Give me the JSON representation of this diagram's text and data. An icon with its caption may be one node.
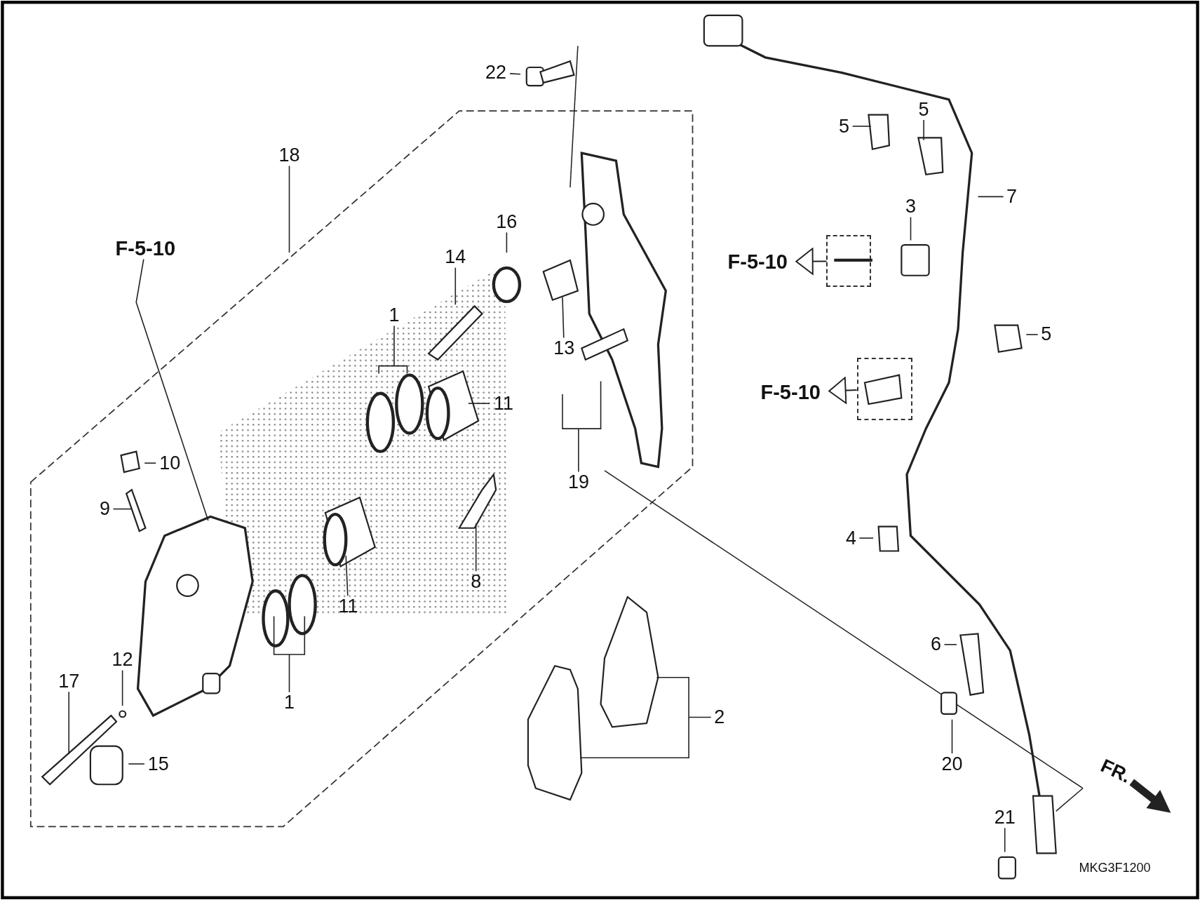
{
  "diagram": {
    "nodes": [
      {
        "text": [
          "22"
        ]
      },
      {
        "text": [
          "18"
        ]
      },
      {
        "text": [
          "F-5-10"
        ]
      },
      {
        "text": [
          "16"
        ]
      },
      {
        "text": [
          "14"
        ]
      },
      {
        "text": [
          "1"
        ]
      },
      {
        "text": [
          "11"
        ]
      },
      {
        "text": [
          "13"
        ]
      },
      {
        "text": [
          "19"
        ]
      },
      {
        "text": [
          "10"
        ]
      },
      {
        "text": [
          "9"
        ]
      },
      {
        "text": [
          "8"
        ]
      },
      {
        "text": [
          "11"
        ]
      },
      {
        "text": [
          "1"
        ]
      },
      {
        "text": [
          "12"
        ]
      },
      {
        "text": [
          "17"
        ]
      },
      {
        "text": [
          "15"
        ]
      },
      {
        "text": [
          "2"
        ]
      },
      {
        "text": [
          "5"
        ]
      },
      {
        "text": [
          "5"
        ]
      },
      {
        "text": [
          "7"
        ]
      },
      {
        "text": [
          "3"
        ]
      },
      {
        "text": [
          "F-5-10"
        ]
      },
      {
        "text": [],
        "shape": "box"
      },
      {
        "text": [
          "5"
        ]
      },
      {
        "text": [
          "F-5-10"
        ]
      },
      {
        "text": [],
        "shape": "box"
      },
      {
        "text": [
          "4"
        ]
      },
      {
        "text": [
          "6"
        ]
      },
      {
        "text": [
          "20"
        ]
      },
      {
        "text": [
          "21"
        ]
      }
    ],
    "edges": [
      {
        "from": 0,
        "to": null,
        "arrow": "none"
      },
      {
        "from": 1,
        "to": null,
        "arrow": "none"
      },
      {
        "from": 2,
        "to": null,
        "arrow": "none"
      },
      {
        "from": 3,
        "to": null,
        "arrow": "none"
      },
      {
        "from": 4,
        "to": null,
        "arrow": "none"
      },
      {
        "from": 5,
        "to": null,
        "arrow": "none"
      },
      {
        "from": 6,
        "to": null,
        "arrow": "none"
      },
      {
        "from": 7,
        "to": null,
        "arrow": "none"
      },
      {
        "from": 8,
        "to": null,
        "arrow": "none"
      },
      {
        "from": 9,
        "to": null,
        "arrow": "none"
      },
      {
        "from": 10,
        "to": null,
        "arrow": "none"
      },
      {
        "from": 11,
        "to": null,
        "arrow": "none"
      },
      {
        "from": 12,
        "to": null,
        "arrow": "none"
      },
      {
        "from": 13,
        "to": null,
        "arrow": "none"
      },
      {
        "from": 14,
        "to": null,
        "arrow": "none"
      },
      {
        "from": 15,
        "to": null,
        "arrow": "none"
      },
      {
        "from": 16,
        "to": null,
        "arrow": "none"
      },
      {
        "from": 17,
        "to": null,
        "arrow": "none"
      },
      {
        "from": 18,
        "to": null,
        "arrow": "none"
      },
      {
        "from": 19,
        "to": null,
        "arrow": "none"
      },
      {
        "from": 20,
        "to": null,
        "arrow": "none"
      },
      {
        "from": 21,
        "to": null,
        "arrow": "none"
      },
      {
        "from": 24,
        "to": null,
        "arrow": "none"
      },
      {
        "from": 27,
        "to": null,
        "arrow": "none"
      },
      {
        "from": 28,
        "to": null,
        "arrow": "none"
      },
      {
        "from": 29,
        "to": null,
        "arrow": "none"
      },
      {
        "from": 30,
        "to": null,
        "arrow": "none"
      },
      {
        "from": 23,
        "to": 22,
        "arrow": "to"
      },
      {
        "from": 26,
        "to": 25,
        "arrow": "to"
      }
    ],
    "labels": [
      "FR.",
      "MKG3F1200"
    ]
  }
}
